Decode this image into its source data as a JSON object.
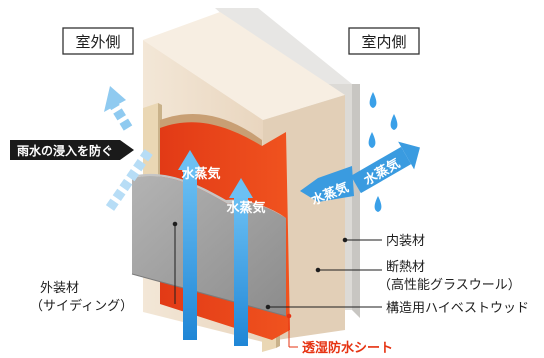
{
  "labels": {
    "outdoor": "室外側",
    "indoor": "室内側",
    "rain_block": "雨水の浸入を防ぐ",
    "vapor_1": "水蒸気",
    "vapor_2": "水蒸気",
    "vapor_3": "水蒸気",
    "vapor_4": "水蒸気",
    "interior_finish": "内装材",
    "insulation_line1": "断熱材",
    "insulation_line2": "（高性能グラスウール）",
    "structural_board": "構造用ハイベストウッド",
    "exterior_line1": "外装材",
    "exterior_line2": "（サイディング）",
    "membrane": "透湿防水シート"
  },
  "colors": {
    "membrane_red": "#e63312",
    "vapor_blue": "#3a9be0",
    "water_drop": "#3aa0e8",
    "siding_gray": "#9a9a9a",
    "insulation_beige": "#ecdcc8",
    "timber": "#e9d4b0",
    "background": "#ffffff"
  },
  "icons": [
    "vapor-arrow-icon",
    "rain-arrow-icon",
    "water-drop-icon"
  ]
}
